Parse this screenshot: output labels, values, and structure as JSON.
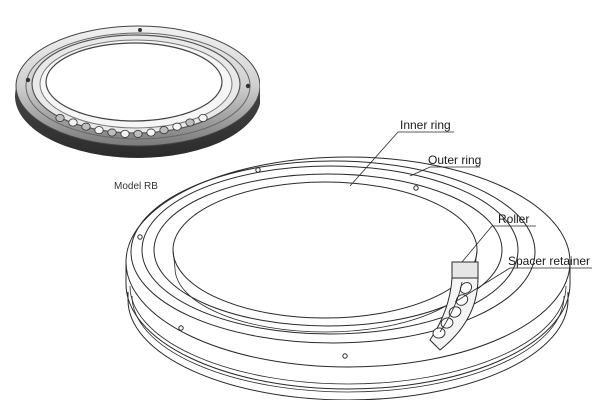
{
  "figure": {
    "photo_caption": "Model RB",
    "labels": {
      "inner_ring": "Inner ring",
      "outer_ring": "Outer ring",
      "roller": "Roller",
      "spacer_retainer": "Spacer retainer"
    }
  },
  "colors": {
    "line": "#2a2a2a",
    "photo_metal_dark": "#3a3a3a",
    "photo_metal_light": "#d9d9d9",
    "section_fill": "#e6e6e6"
  }
}
